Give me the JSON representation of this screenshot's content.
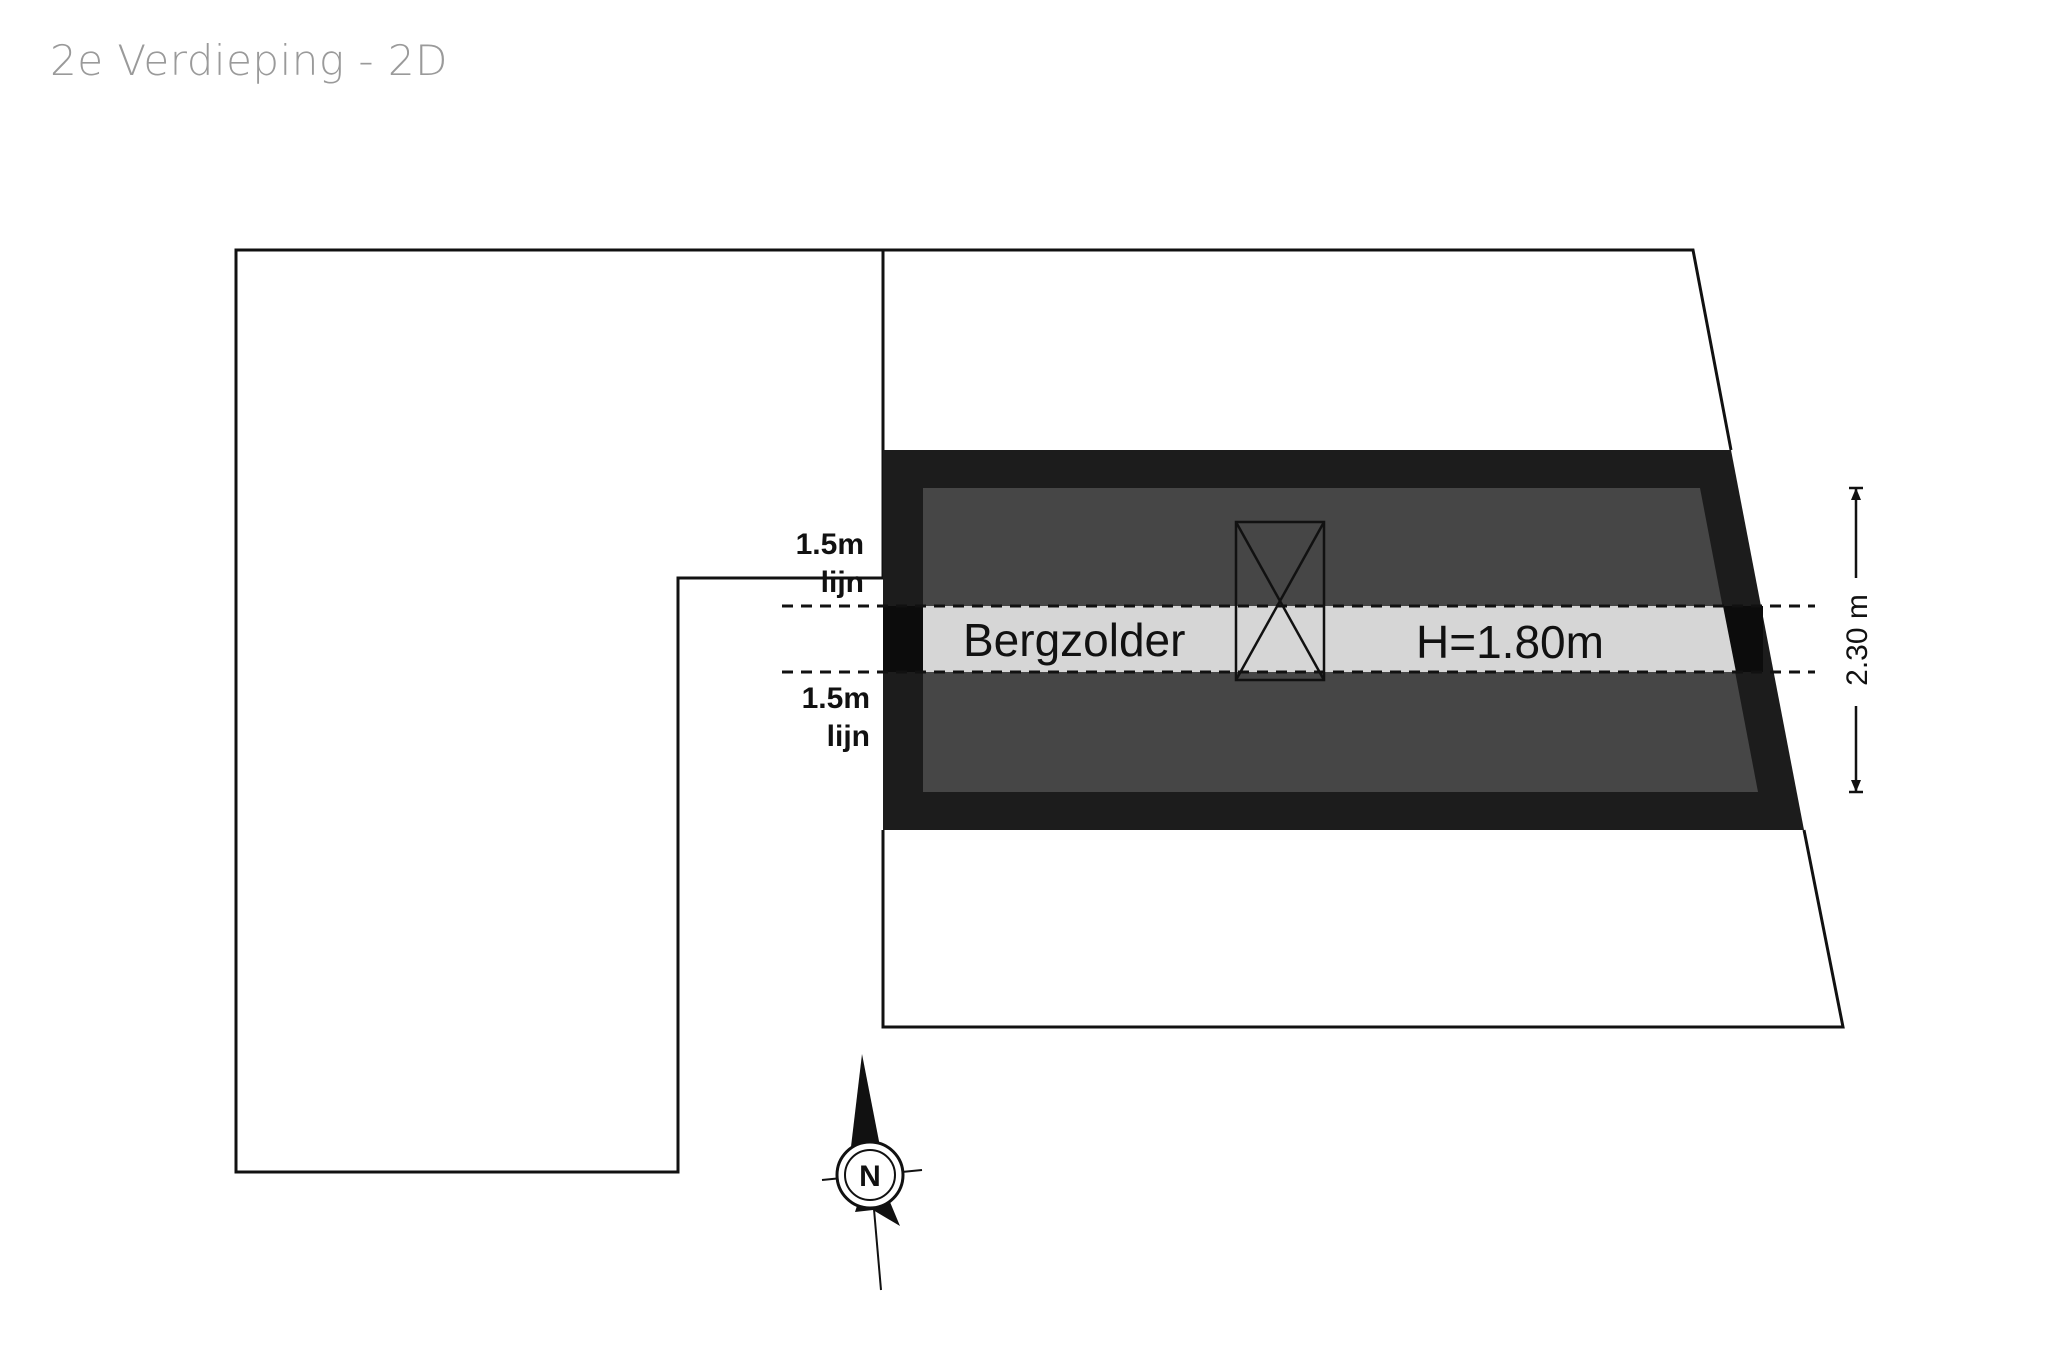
{
  "title": "2e Verdieping - 2D",
  "room": {
    "name": "Bergzolder",
    "height_label": "H=1.80m"
  },
  "lines": {
    "top_value": "1.5m",
    "top_unit": "lijn",
    "bottom_value": "1.5m",
    "bottom_unit": "lijn"
  },
  "dimension": "2.30 m",
  "compass": {
    "letter": "N"
  },
  "colors": {
    "wall": "#1c1c1c",
    "floor": "#464646",
    "usable_band": "#d6d6d6",
    "title": "#9a9a9a"
  }
}
